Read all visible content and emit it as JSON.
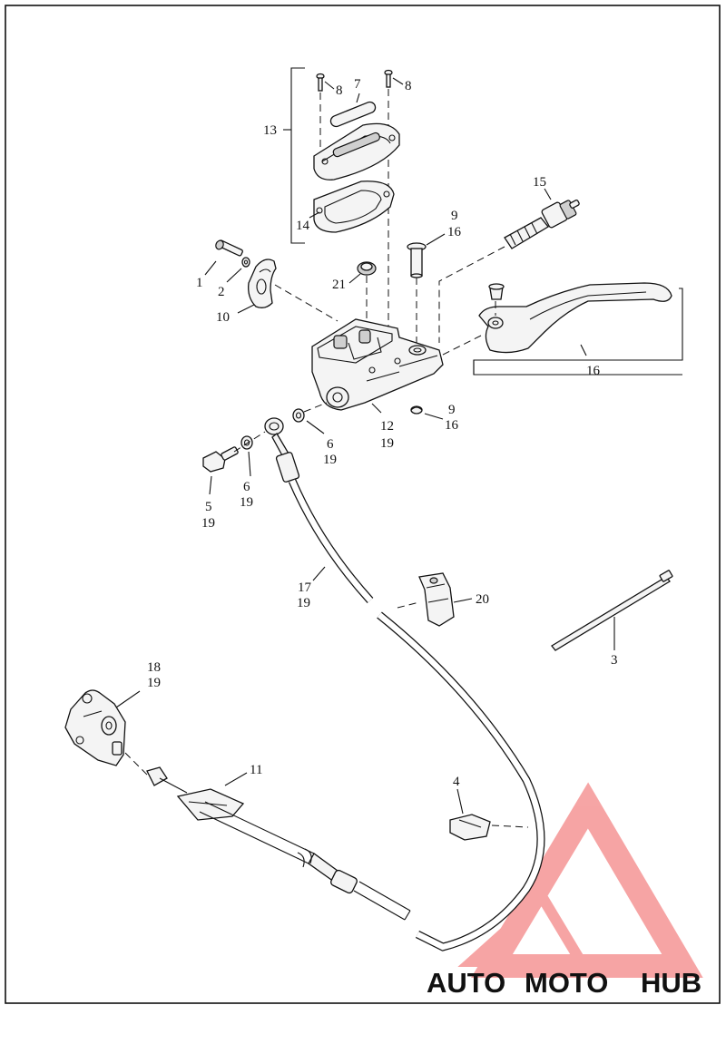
{
  "diagram": {
    "labels": {
      "l1": "1",
      "l2": "2",
      "l3": "3",
      "l4": "4",
      "l5a": "5",
      "l5b": "19",
      "l6a": "6",
      "l6b": "19",
      "l6c": "6",
      "l6d": "19",
      "l7": "7",
      "l8a": "8",
      "l8b": "8",
      "l9a": "9",
      "l9b": "16",
      "l9c": "9",
      "l9d": "16",
      "l10": "10",
      "l11": "11",
      "l12a": "12",
      "l12b": "19",
      "l13": "13",
      "l14": "14",
      "l15": "15",
      "l16": "16",
      "l17a": "17",
      "l17b": "19",
      "l18a": "18",
      "l18b": "19",
      "l20": "20",
      "l21": "21"
    }
  },
  "watermark": {
    "text_auto": "AUTO",
    "text_moto": "MOTO",
    "text_hub": "HUB",
    "color_auto": "#f7b27a",
    "color_moto": "#f29a86",
    "color_hub": "#9a9a9a",
    "logo_color": "#ef5b5b"
  }
}
